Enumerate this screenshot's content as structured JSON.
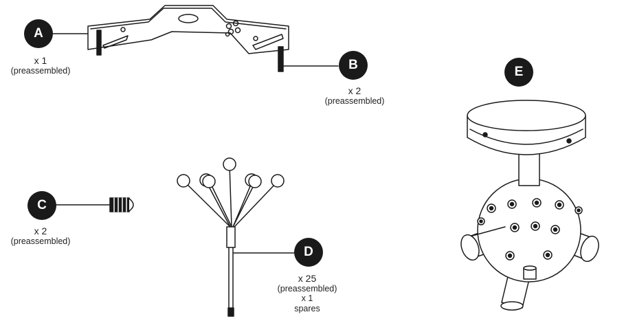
{
  "parts": [
    {
      "letter": "A",
      "qty": "x 1",
      "note": "(preassembled)"
    },
    {
      "letter": "B",
      "qty": "x 2",
      "note": "(preassembled)"
    },
    {
      "letter": "C",
      "qty": "x 2",
      "note": "(preassembled)"
    },
    {
      "letter": "D",
      "qty": "x 25",
      "note": "(preassembled)",
      "extra_qty": "x 1",
      "extra_note": "spares"
    },
    {
      "letter": "E"
    }
  ]
}
